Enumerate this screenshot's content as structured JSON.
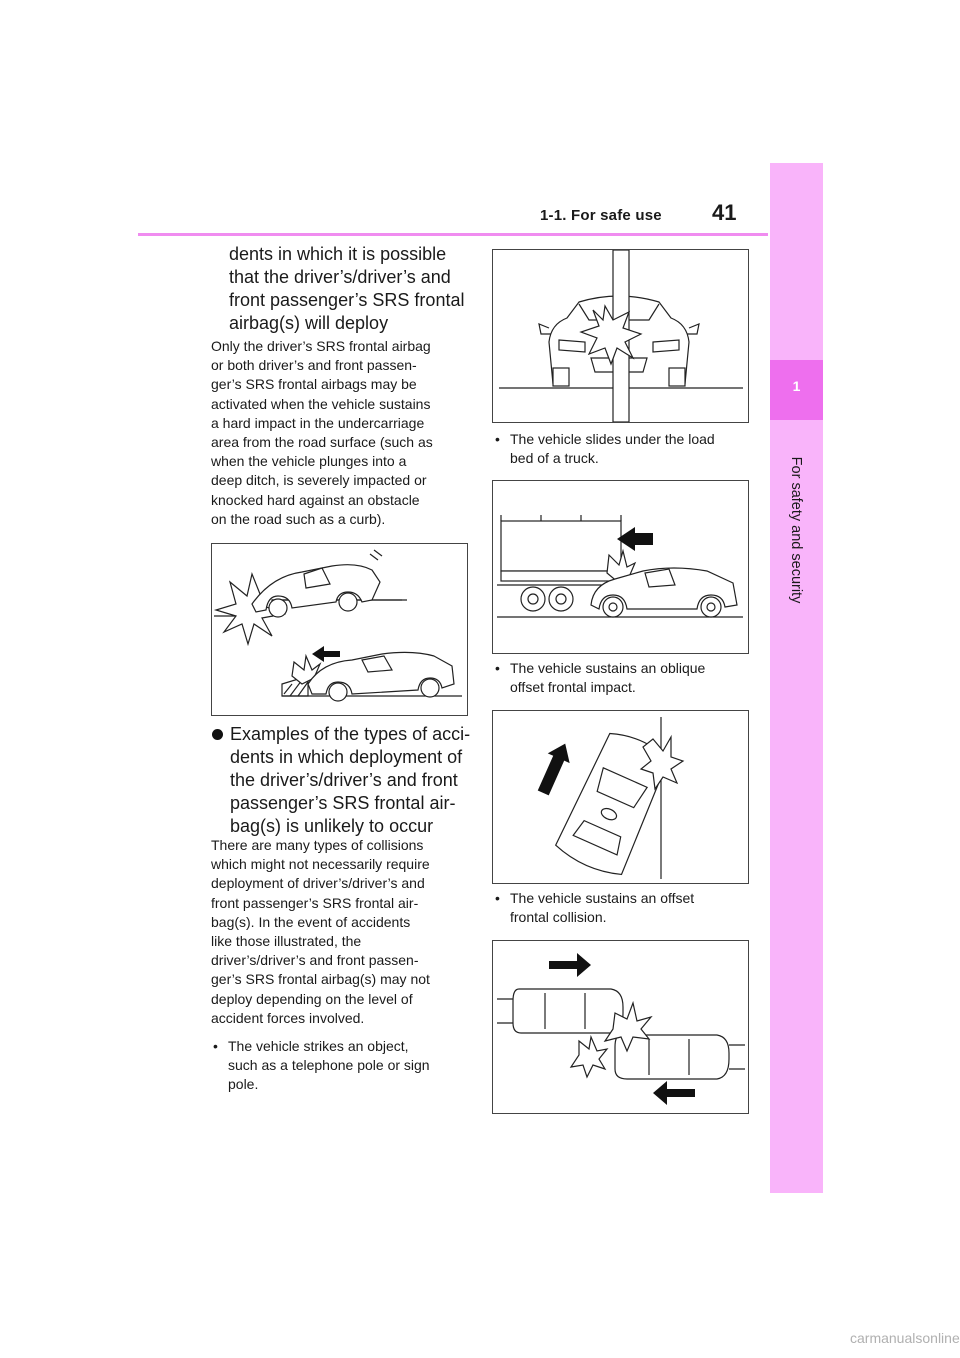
{
  "header": {
    "section": "1-1. For safe use",
    "page_number": "41"
  },
  "side_tab": {
    "chapter_number": "1",
    "chapter_title": "For safety and security"
  },
  "left_column": {
    "heading_cont_lines": [
      "dents in which it is possible",
      "that the driver’s/driver’s and",
      "front passenger’s SRS frontal",
      "airbag(s) will deploy"
    ],
    "para1_lines": [
      "Only the driver’s SRS frontal airbag",
      "or both driver’s and front passen-",
      "ger’s SRS frontal airbags may be",
      "activated when the vehicle sustains",
      "a hard impact in the undercarriage",
      "area from the road surface (such as",
      "when the vehicle plunges into a",
      "deep ditch, is severely impacted or",
      "knocked hard against an obstacle",
      "on the road such as a curb)."
    ],
    "heading2_bullet": "",
    "heading2_lines": [
      "Examples of the types of acci-",
      "dents in which deployment of",
      "the driver’s/driver’s and front",
      "passenger’s SRS frontal air-",
      "bag(s) is unlikely to occur"
    ],
    "para2_lines": [
      "There are many types of collisions",
      "which might not necessarily require",
      "deployment of driver’s/driver’s and",
      "front passenger’s SRS frontal air-",
      "bag(s). In the event of accidents",
      "like those illustrated, the",
      "driver’s/driver’s and front passen-",
      "ger’s SRS frontal airbag(s) may not",
      "deploy depending on the level of",
      "accident forces involved."
    ],
    "bullet1_lines": [
      "The vehicle strikes an object,",
      "such as a telephone pole or sign",
      "pole."
    ]
  },
  "right_column": {
    "bullet_mark": "•",
    "bullet2_lines": [
      "The vehicle slides under the load",
      "bed of a truck."
    ],
    "bullet3_lines": [
      "The vehicle sustains an oblique",
      "offset frontal impact."
    ],
    "bullet4_lines": [
      "The vehicle sustains an offset",
      "frontal collision."
    ]
  },
  "watermark": "carmanualsonline.info"
}
